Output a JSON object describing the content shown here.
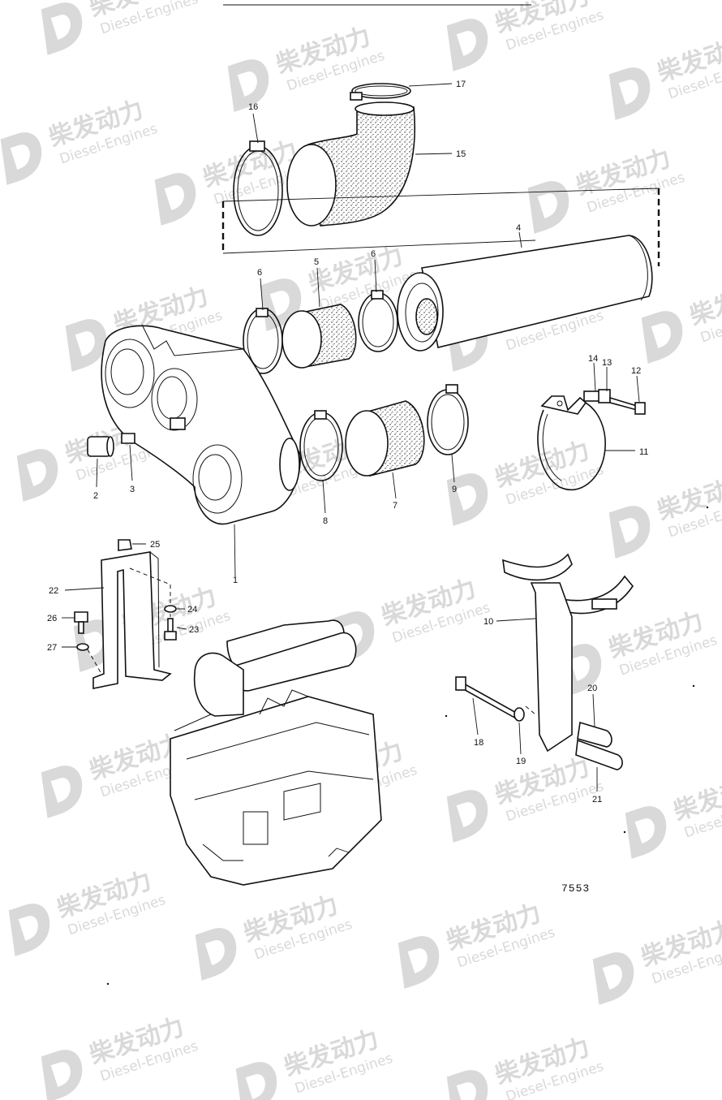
{
  "watermark": {
    "brand": "柴发动力",
    "subtitle": "Diesel-Engines",
    "color": "#d9d9d9"
  },
  "drawing": {
    "number": "7553"
  },
  "parts": [
    {
      "id": "p1",
      "label": "1"
    },
    {
      "id": "p2",
      "label": "2"
    },
    {
      "id": "p3",
      "label": "3"
    },
    {
      "id": "p4",
      "label": "4"
    },
    {
      "id": "p5",
      "label": "5"
    },
    {
      "id": "p6a",
      "label": "6"
    },
    {
      "id": "p6b",
      "label": "6"
    },
    {
      "id": "p7",
      "label": "7"
    },
    {
      "id": "p8",
      "label": "8"
    },
    {
      "id": "p9",
      "label": "9"
    },
    {
      "id": "p10",
      "label": "10"
    },
    {
      "id": "p11",
      "label": "11"
    },
    {
      "id": "p12",
      "label": "12"
    },
    {
      "id": "p13",
      "label": "13"
    },
    {
      "id": "p14",
      "label": "14"
    },
    {
      "id": "p15",
      "label": "15"
    },
    {
      "id": "p16",
      "label": "16"
    },
    {
      "id": "p17",
      "label": "17"
    },
    {
      "id": "p18",
      "label": "18"
    },
    {
      "id": "p19",
      "label": "19"
    },
    {
      "id": "p20",
      "label": "20"
    },
    {
      "id": "p21",
      "label": "21"
    },
    {
      "id": "p22",
      "label": "22"
    },
    {
      "id": "p23",
      "label": "23"
    },
    {
      "id": "p24",
      "label": "24"
    },
    {
      "id": "p25",
      "label": "25"
    },
    {
      "id": "p26",
      "label": "26"
    },
    {
      "id": "p27",
      "label": "27"
    }
  ]
}
